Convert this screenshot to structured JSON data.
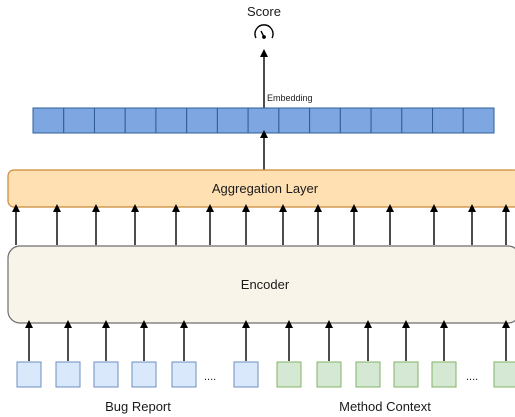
{
  "score": {
    "label": "Score",
    "icon": "gauge-icon"
  },
  "embedding": {
    "label": "Embedding",
    "cells": 15,
    "fill": "#7ea6e0",
    "stroke": "#2f5d9a"
  },
  "aggregation": {
    "label": "Aggregation Layer",
    "fill": "#ffe0b2",
    "stroke": "#c98a38"
  },
  "encoder": {
    "label": "Encoder",
    "fill": "#f8f4ea",
    "stroke": "#6e6e6e"
  },
  "inputs": {
    "bug_report": {
      "label": "Bug Report",
      "fill": "#dae8fc",
      "stroke": "#6c8ebf"
    },
    "method_context": {
      "label": "Method Context",
      "fill": "#d5e8d4",
      "stroke": "#82b366"
    },
    "ellipsis": "...."
  }
}
